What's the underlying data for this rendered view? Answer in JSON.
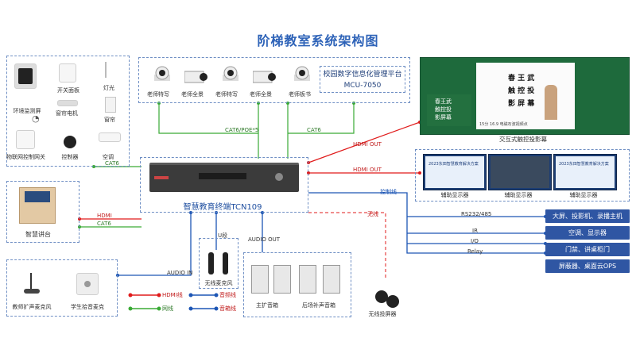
{
  "title": "阶梯教室系统架构图",
  "env": {
    "env_screen": "环境监测屏",
    "switch_panel": "开关面板",
    "light": "灯光",
    "curtain_motor": "窗帘电机",
    "curtain": "窗帘",
    "iot_gateway": "物联网控制网关",
    "controller": "控制器",
    "aircon": "空调"
  },
  "cameras": [
    {
      "label": "老师特写"
    },
    {
      "label": "老师全景"
    },
    {
      "label": "老师特写"
    },
    {
      "label": "老师全景"
    },
    {
      "label": "老师板书"
    }
  ],
  "mcu": "校园数字信息化管理平台MCU-7050",
  "board": {
    "label": "交互式触控投影幕",
    "screen_line1": "春 王 武",
    "screen_line2": "触 控 投",
    "screen_line3": "影 屏 幕",
    "left_line1": "春王武",
    "left_line2": "触控投",
    "left_line3": "影屏幕",
    "caption": "15分 16.9 电磁石波视频点"
  },
  "aux": {
    "label1": "辅助显示器",
    "label2": "辅助显示器",
    "label3": "辅助显示器",
    "banner1": "2023东田智慧教育解决方案",
    "banner3": "2023东田智慧教育解决方案"
  },
  "terminal": {
    "label": "智慧教育终端TCN109"
  },
  "podium": "智慧讲台",
  "wireless_mic": "无线麦克风",
  "teacher_mic": "教师扩声麦克风",
  "student_mic": "学生拾音麦克",
  "speakers": {
    "main": "主扩音箱",
    "rear": "后场补声音箱"
  },
  "wireless_proj": "无线投屏器",
  "outputs": [
    {
      "label": "大屏、投影机、录播主机"
    },
    {
      "label": "空调、显示器"
    },
    {
      "label": "门禁、讲桌柜门"
    },
    {
      "label": "屏蔽器、桌面云OPS"
    }
  ],
  "wire_labels": {
    "cat6_poe": "CAT6/POE*5",
    "cat6_top": "CAT6",
    "cat6_left": "CAT6",
    "hdmi_podium": "HDMI",
    "cat6_podium": "CAT6",
    "hdmi_out1": "HDMI OUT",
    "hdmi_out2": "HDMI OUT",
    "control": "控制线",
    "wireless": "无线",
    "rs232": "RS232/485",
    "ir": "IR",
    "io": "I/O",
    "relay": "Relay",
    "u_seg": "U段",
    "audio_out": "AUDIO OUT",
    "audio_in": "AUDIO IN"
  },
  "legend": {
    "hdmi": "HDMI线",
    "net": "网线",
    "audio": "音频线",
    "speaker": "音箱线"
  },
  "colors": {
    "hdmi": "#e01b1b",
    "net": "#3aaa35",
    "audio": "#1d56b5",
    "speaker": "#1d56b5",
    "title": "#2e63b8"
  }
}
